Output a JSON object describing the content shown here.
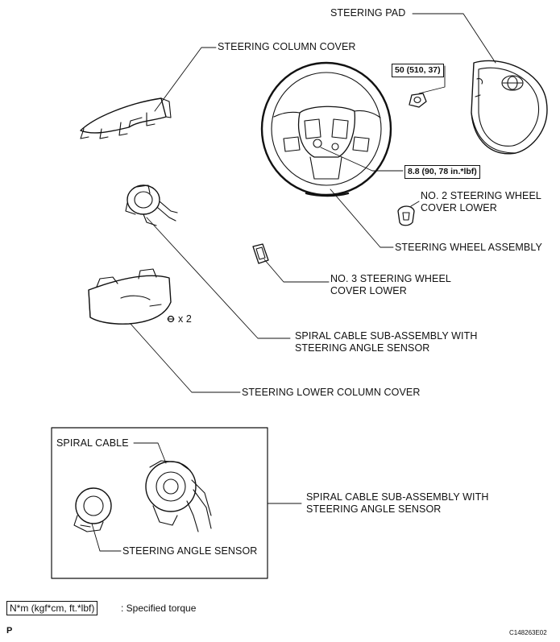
{
  "labels": {
    "steering_pad": "STEERING PAD",
    "steering_column_cover": "STEERING COLUMN COVER",
    "torque_nut": "50 (510, 37)",
    "torque_bolt": "8.8 (90, 78 in.*lbf)",
    "no2_cover_line1": "NO. 2 STEERING WHEEL",
    "no2_cover_line2": "COVER LOWER",
    "steering_wheel_assembly": "STEERING WHEEL ASSEMBLY",
    "no3_cover_line1": "NO. 3 STEERING WHEEL",
    "no3_cover_line2": "COVER LOWER",
    "qty": "x 2",
    "spiral_sub1_line1": "SPIRAL CABLE SUB-ASSEMBLY WITH",
    "spiral_sub1_line2": "STEERING ANGLE SENSOR",
    "lower_column_cover": "STEERING LOWER COLUMN COVER",
    "spiral_cable": "SPIRAL CABLE",
    "spiral_sub2_line1": "SPIRAL CABLE SUB-ASSEMBLY WITH",
    "spiral_sub2_line2": "STEERING ANGLE SENSOR",
    "steering_angle_sensor": "STEERING ANGLE SENSOR"
  },
  "legend": {
    "unit": "N*m (kgf*cm, ft.*lbf)",
    "meaning": ": Specified torque"
  },
  "footer": {
    "page_letter": "P",
    "figure_code": "C148263E02"
  }
}
